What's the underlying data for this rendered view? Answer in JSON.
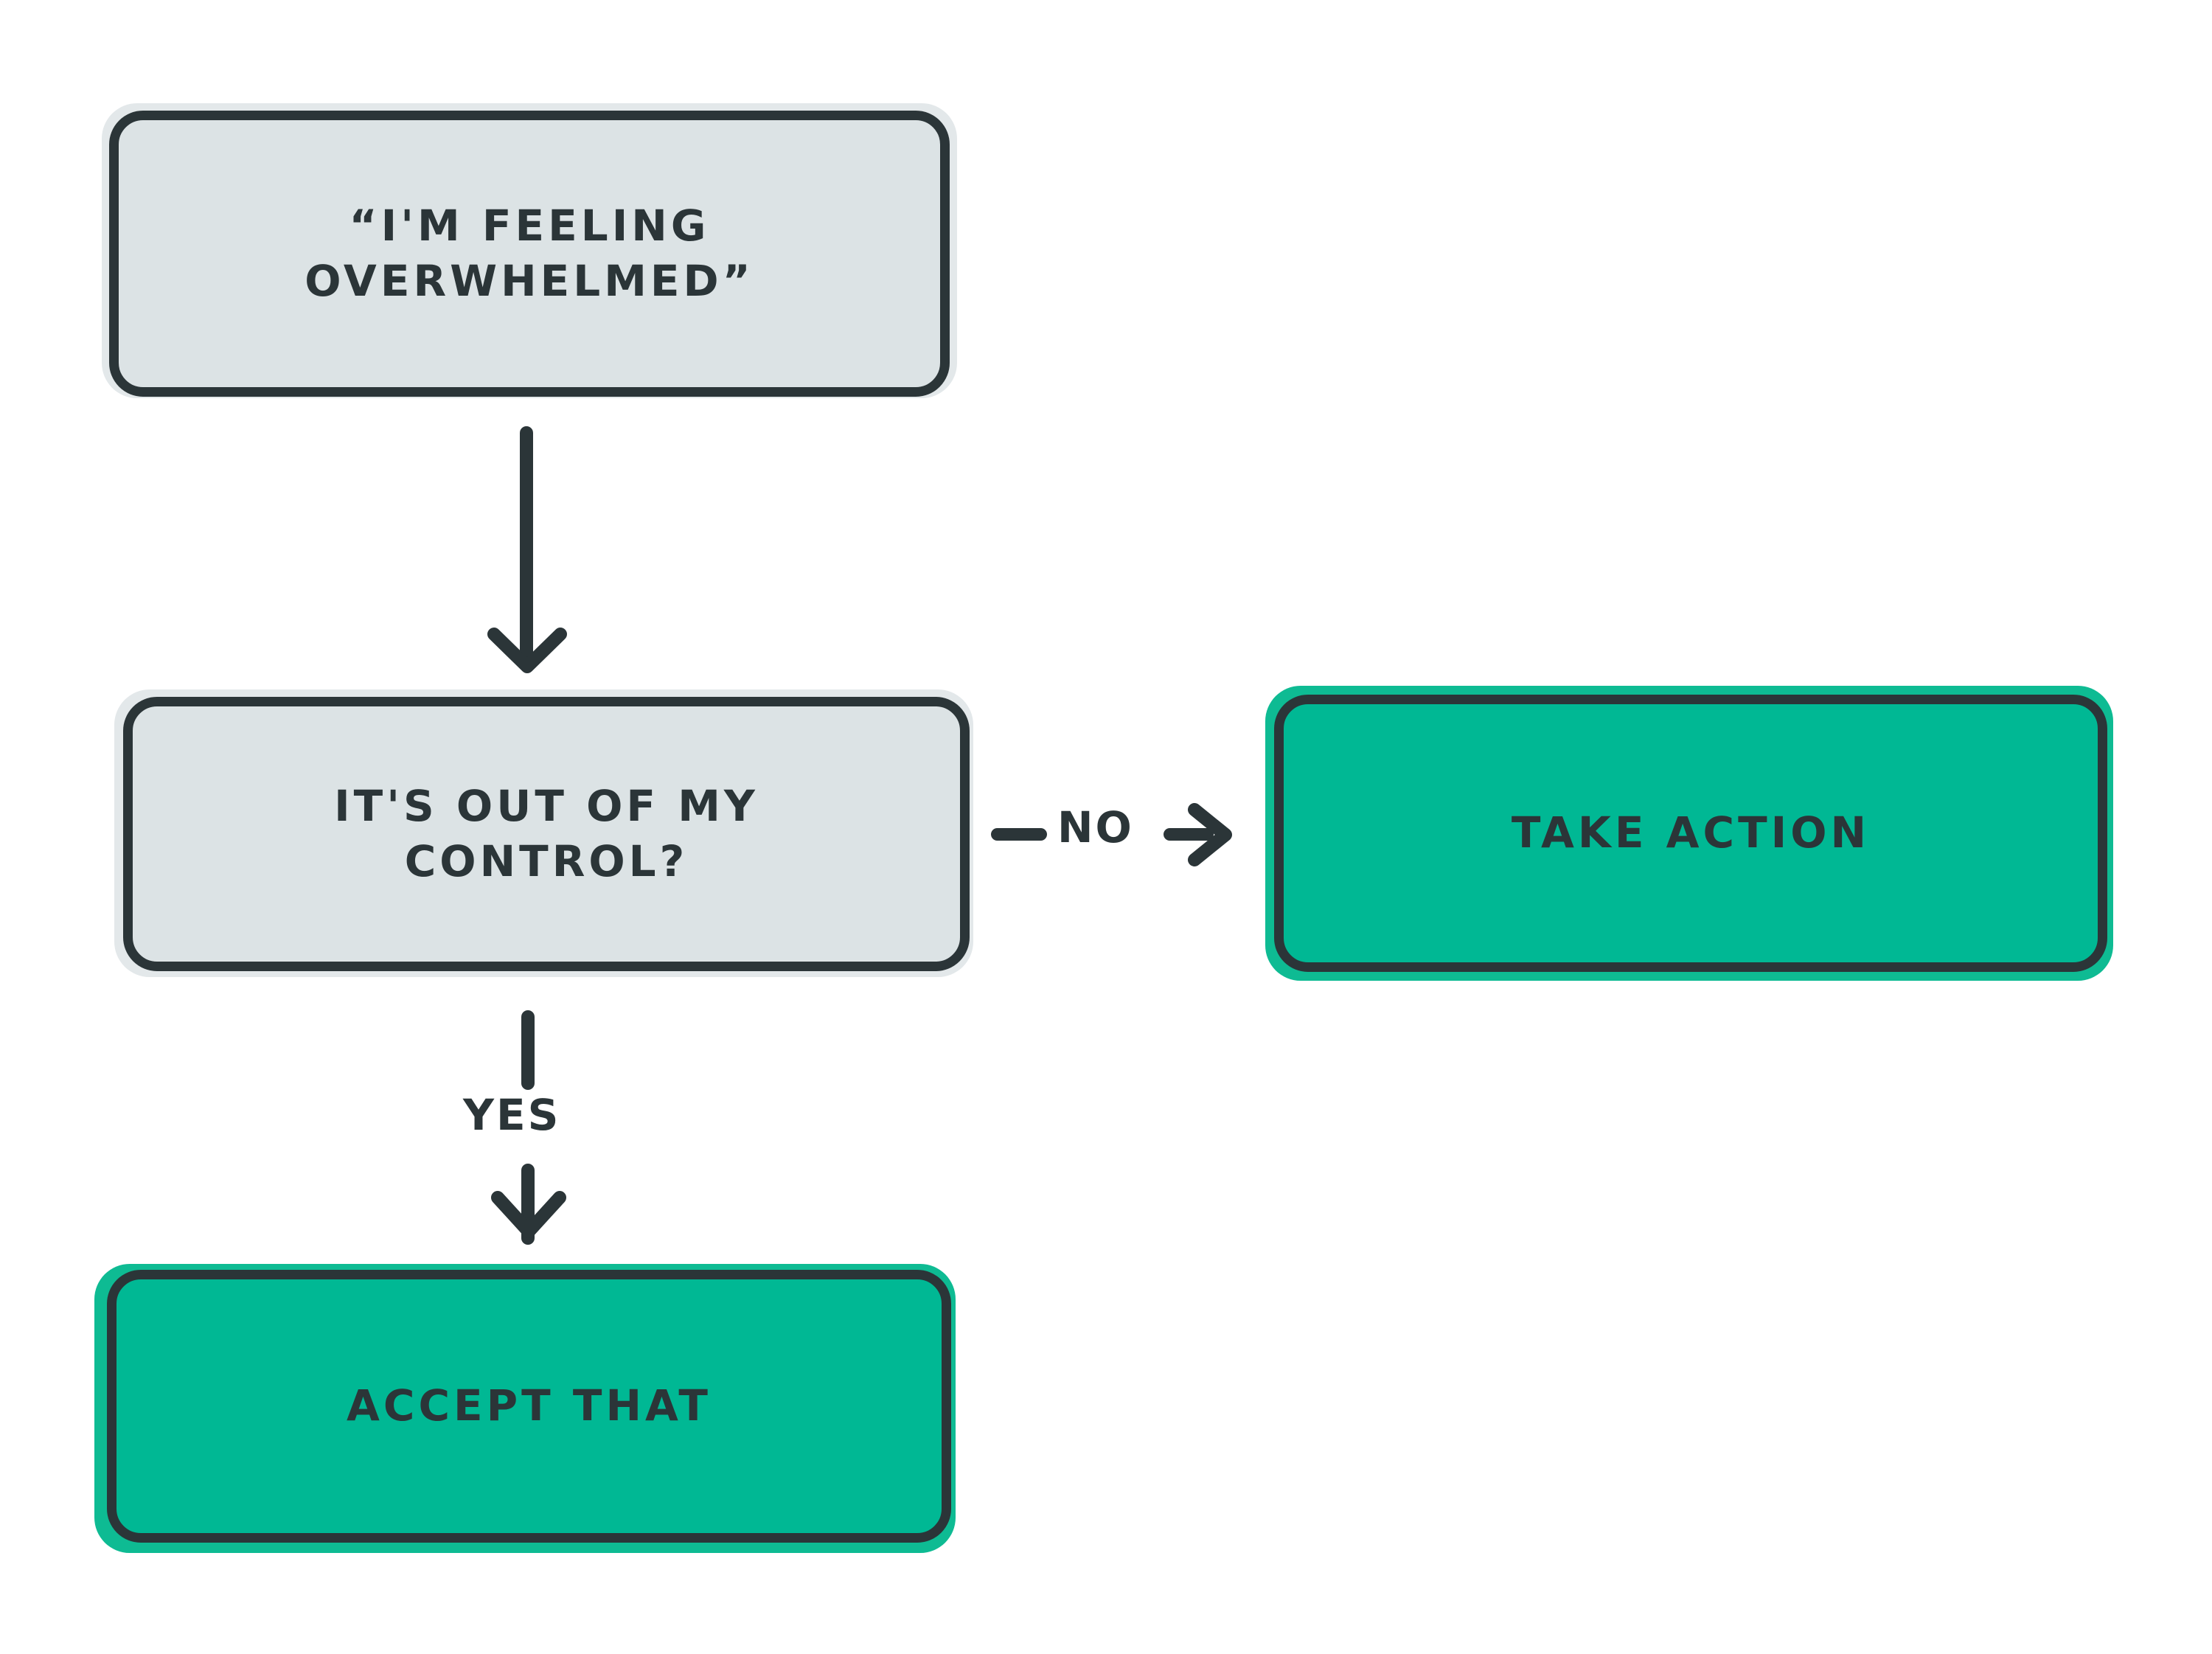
{
  "diagram": {
    "title_text_visible": false,
    "background_color": "#ffffff",
    "palette": {
      "outline": "#2b3538",
      "gray_fill": "#dce3e5",
      "gray_shadow": "#e3e8ea",
      "green_fill": "#00b894",
      "green_shadow": "#0ebb93",
      "text": "#2b3538"
    },
    "nodes": [
      {
        "id": "feeling",
        "label": "“I'M FEELING\nOVERWHELMED”",
        "kind": "statement",
        "fill": "#dce3e5"
      },
      {
        "id": "decision",
        "label": "IT'S OUT OF MY\nCONTROL?",
        "kind": "decision",
        "fill": "#dce3e5"
      },
      {
        "id": "take_action",
        "label": "TAKE ACTION",
        "kind": "outcome",
        "fill": "#00b894"
      },
      {
        "id": "accept_that",
        "label": "ACCEPT THAT",
        "kind": "outcome",
        "fill": "#00b894"
      }
    ],
    "edges": [
      {
        "id": "e1",
        "from": "feeling",
        "to": "decision",
        "label": ""
      },
      {
        "id": "e2",
        "from": "decision",
        "to": "take_action",
        "label": "NO"
      },
      {
        "id": "e3",
        "from": "decision",
        "to": "accept_that",
        "label": "YES"
      }
    ]
  },
  "chart_data": {
    "type": "diagram",
    "title": "",
    "nodes": [
      "“I'M FEELING OVERWHELMED”",
      "IT'S OUT OF MY CONTROL?",
      "TAKE ACTION",
      "ACCEPT THAT"
    ],
    "edge_labels": [
      "",
      "NO",
      "YES"
    ]
  }
}
